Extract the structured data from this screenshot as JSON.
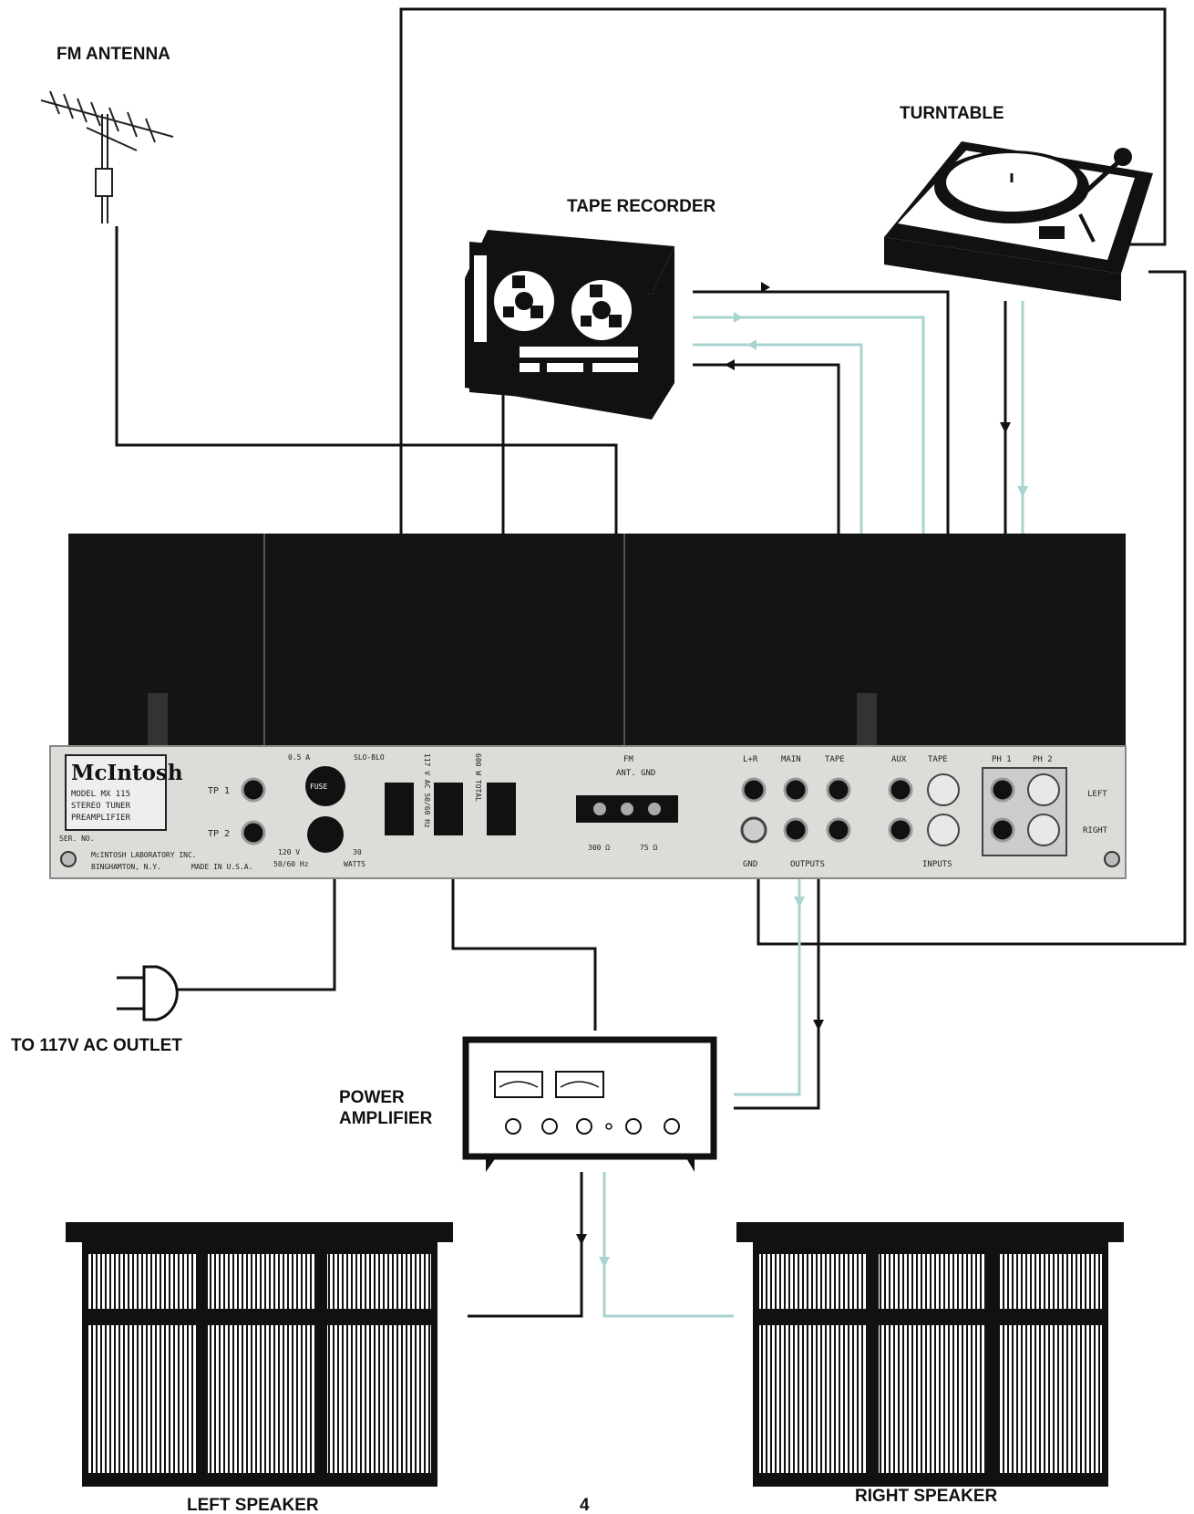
{
  "colors": {
    "signal_dark": "#111111",
    "signal_teal": "#a9d3cf",
    "chassis_black": "#141414",
    "panel_silver": "#dcdcd8",
    "background": "#ffffff"
  },
  "labels": {
    "fm_antenna": "FM ANTENNA",
    "turntable": "TURNTABLE",
    "tape_recorder": "TAPE RECORDER",
    "ac_outlet": "TO 117V AC OUTLET",
    "power_amp_line1": "POWER",
    "power_amp_line2": "AMPLIFIER",
    "left_speaker": "LEFT SPEAKER",
    "right_speaker": "RIGHT SPEAKER",
    "page_number": "4"
  },
  "panel": {
    "brand": "McIntosh",
    "model_line1": "MODEL MX 115",
    "model_line2": "STEREO TUNER",
    "model_line3": "PREAMPLIFIER",
    "ser_no": "SER. NO.",
    "maker_line1": "McINTOSH LABORATORY INC.",
    "maker_line2": "BINGHAMTON, N.Y.",
    "made_in": "MADE IN U.S.A.",
    "tp1": "TP 1",
    "tp2": "TP 2",
    "fuse_rating": "0.5 A",
    "fuse_type": "SLO-BLO",
    "fuse": "FUSE",
    "power_voltage": "120 V",
    "power_freq": "50/60 Hz",
    "power_watts_value": "30",
    "power_watts": "WATTS",
    "ac_rating": "117 V AC 50/60 Hz",
    "ac_total": "600 W TOTAL",
    "fm_label": "FM",
    "ant_gnd": "ANT. GND",
    "ohm_300": "300 Ω",
    "ohm_75": "75 Ω",
    "lr": "L+R",
    "main": "MAIN",
    "tape_out": "TAPE",
    "aux": "AUX",
    "tape_in": "TAPE",
    "ph1": "PH 1",
    "ph2": "PH 2",
    "gnd": "GND",
    "outputs": "OUTPUTS",
    "inputs": "INPUTS",
    "left": "LEFT",
    "right": "RIGHT"
  }
}
